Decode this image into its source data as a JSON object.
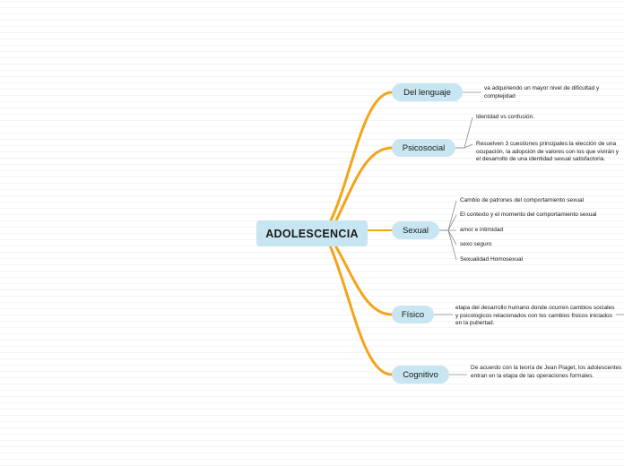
{
  "central_topic": "ADOLESCENCIA",
  "branches": [
    {
      "label": "Del lenguaje",
      "details": [
        "va adquiriendo un mayor nivel de dificultad y complejidad"
      ]
    },
    {
      "label": "Psicosocial",
      "details": [
        "Identdad vs confusión.",
        "Resuelven 3 cuestiones principales:la elección de una ocupación, la adopción de valores con los que vivirán y el desarrollo de una identidad sexual satisfactoria."
      ]
    },
    {
      "label": "Sexual",
      "details": [
        "Cambio de patrones del comportamiento sexual",
        "El contexto y el momento del comportamiento sexual",
        "amor e intimidad",
        "sexo seguro",
        "Sexualidad Homosexual"
      ]
    },
    {
      "label": "Físico",
      "details": [
        "etapa del desarrollo humano donde ocurren cambios sociales y psicologicos relacionados con los cambios físicos iniciados en la pubertad."
      ]
    },
    {
      "label": "Cognitivo",
      "details": [
        "De acuerdo con la teoría de Jean Piaget, los adolescentes entran en la etapa de las operaciones formales."
      ]
    }
  ],
  "colors": {
    "connector": "#f5a31a",
    "node_fill": "#c8e6f2",
    "detail_line": "#8a8a8a"
  }
}
